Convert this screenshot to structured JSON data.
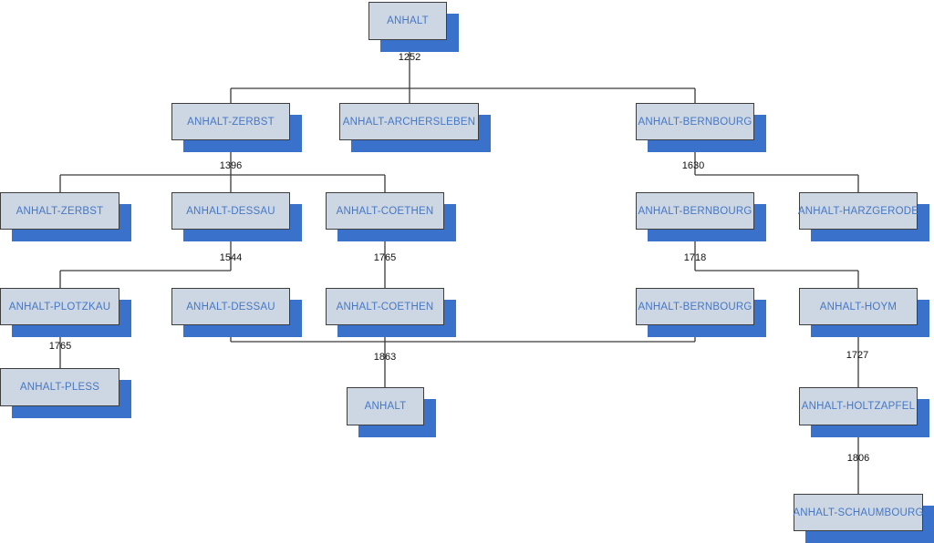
{
  "diagram": {
    "name": "house-of-anhalt-family-tree",
    "colors": {
      "box_fill": "#cdd7e3",
      "box_border": "#3d3d3d",
      "box_shadow": "#3a72cb",
      "label_text": "#4677c5",
      "year_text": "#111111",
      "line": "#3a3a3a",
      "background": "#ffffff"
    },
    "nodes": [
      {
        "id": "anhalt-root",
        "label": "ANHALT"
      },
      {
        "id": "anhalt-zerbst-1",
        "label": "ANHALT-ZERBST"
      },
      {
        "id": "anhalt-archersleben",
        "label": "ANHALT-ARCHERSLEBEN"
      },
      {
        "id": "anhalt-bernbourg-1",
        "label": "ANHALT-BERNBOURG"
      },
      {
        "id": "anhalt-zerbst-2",
        "label": "ANHALT-ZERBST"
      },
      {
        "id": "anhalt-dessau-1",
        "label": "ANHALT-DESSAU"
      },
      {
        "id": "anhalt-coethen-1",
        "label": "ANHALT-COETHEN"
      },
      {
        "id": "anhalt-bernbourg-2",
        "label": "ANHALT-BERNBOURG"
      },
      {
        "id": "anhalt-harzgerode",
        "label": "ANHALT-HARZGERODE"
      },
      {
        "id": "anhalt-plotzkau",
        "label": "ANHALT-PLOTZKAU"
      },
      {
        "id": "anhalt-dessau-2",
        "label": "ANHALT-DESSAU"
      },
      {
        "id": "anhalt-coethen-2",
        "label": "ANHALT-COETHEN"
      },
      {
        "id": "anhalt-bernbourg-3",
        "label": "ANHALT-BERNBOURG"
      },
      {
        "id": "anhalt-hoym",
        "label": "ANHALT-HOYM"
      },
      {
        "id": "anhalt-pless",
        "label": "ANHALT-PLESS"
      },
      {
        "id": "anhalt-merged",
        "label": "ANHALT"
      },
      {
        "id": "anhalt-holtzapfel",
        "label": "ANHALT-HOLTZAPFEL"
      },
      {
        "id": "anhalt-schaumbourg",
        "label": "ANHALT-SCHAUMBOURG"
      }
    ],
    "edges": [
      {
        "year": "1252",
        "from": "anhalt-root",
        "to": [
          "anhalt-zerbst-1",
          "anhalt-archersleben",
          "anhalt-bernbourg-1"
        ]
      },
      {
        "year": "1396",
        "from": "anhalt-zerbst-1",
        "to": [
          "anhalt-zerbst-2",
          "anhalt-dessau-1",
          "anhalt-coethen-1"
        ]
      },
      {
        "year": "1630",
        "from": "anhalt-bernbourg-1",
        "to": [
          "anhalt-bernbourg-2",
          "anhalt-harzgerode"
        ]
      },
      {
        "year": "1544",
        "from": "anhalt-dessau-1",
        "to": [
          "anhalt-plotzkau",
          "anhalt-dessau-2"
        ]
      },
      {
        "year": "1765",
        "from": "anhalt-coethen-1",
        "to": [
          "anhalt-coethen-2"
        ]
      },
      {
        "year": "1718",
        "from": "anhalt-bernbourg-2",
        "to": [
          "anhalt-bernbourg-3",
          "anhalt-hoym"
        ]
      },
      {
        "year": "1765",
        "from": "anhalt-plotzkau",
        "to": [
          "anhalt-pless"
        ]
      },
      {
        "year": "1863",
        "from": "anhalt-dessau-2 + anhalt-coethen-2 + anhalt-bernbourg-3",
        "to": [
          "anhalt-merged"
        ]
      },
      {
        "year": "1727",
        "from": "anhalt-hoym",
        "to": [
          "anhalt-holtzapfel"
        ]
      },
      {
        "year": "1806",
        "from": "anhalt-holtzapfel",
        "to": [
          "anhalt-schaumbourg"
        ]
      }
    ]
  }
}
